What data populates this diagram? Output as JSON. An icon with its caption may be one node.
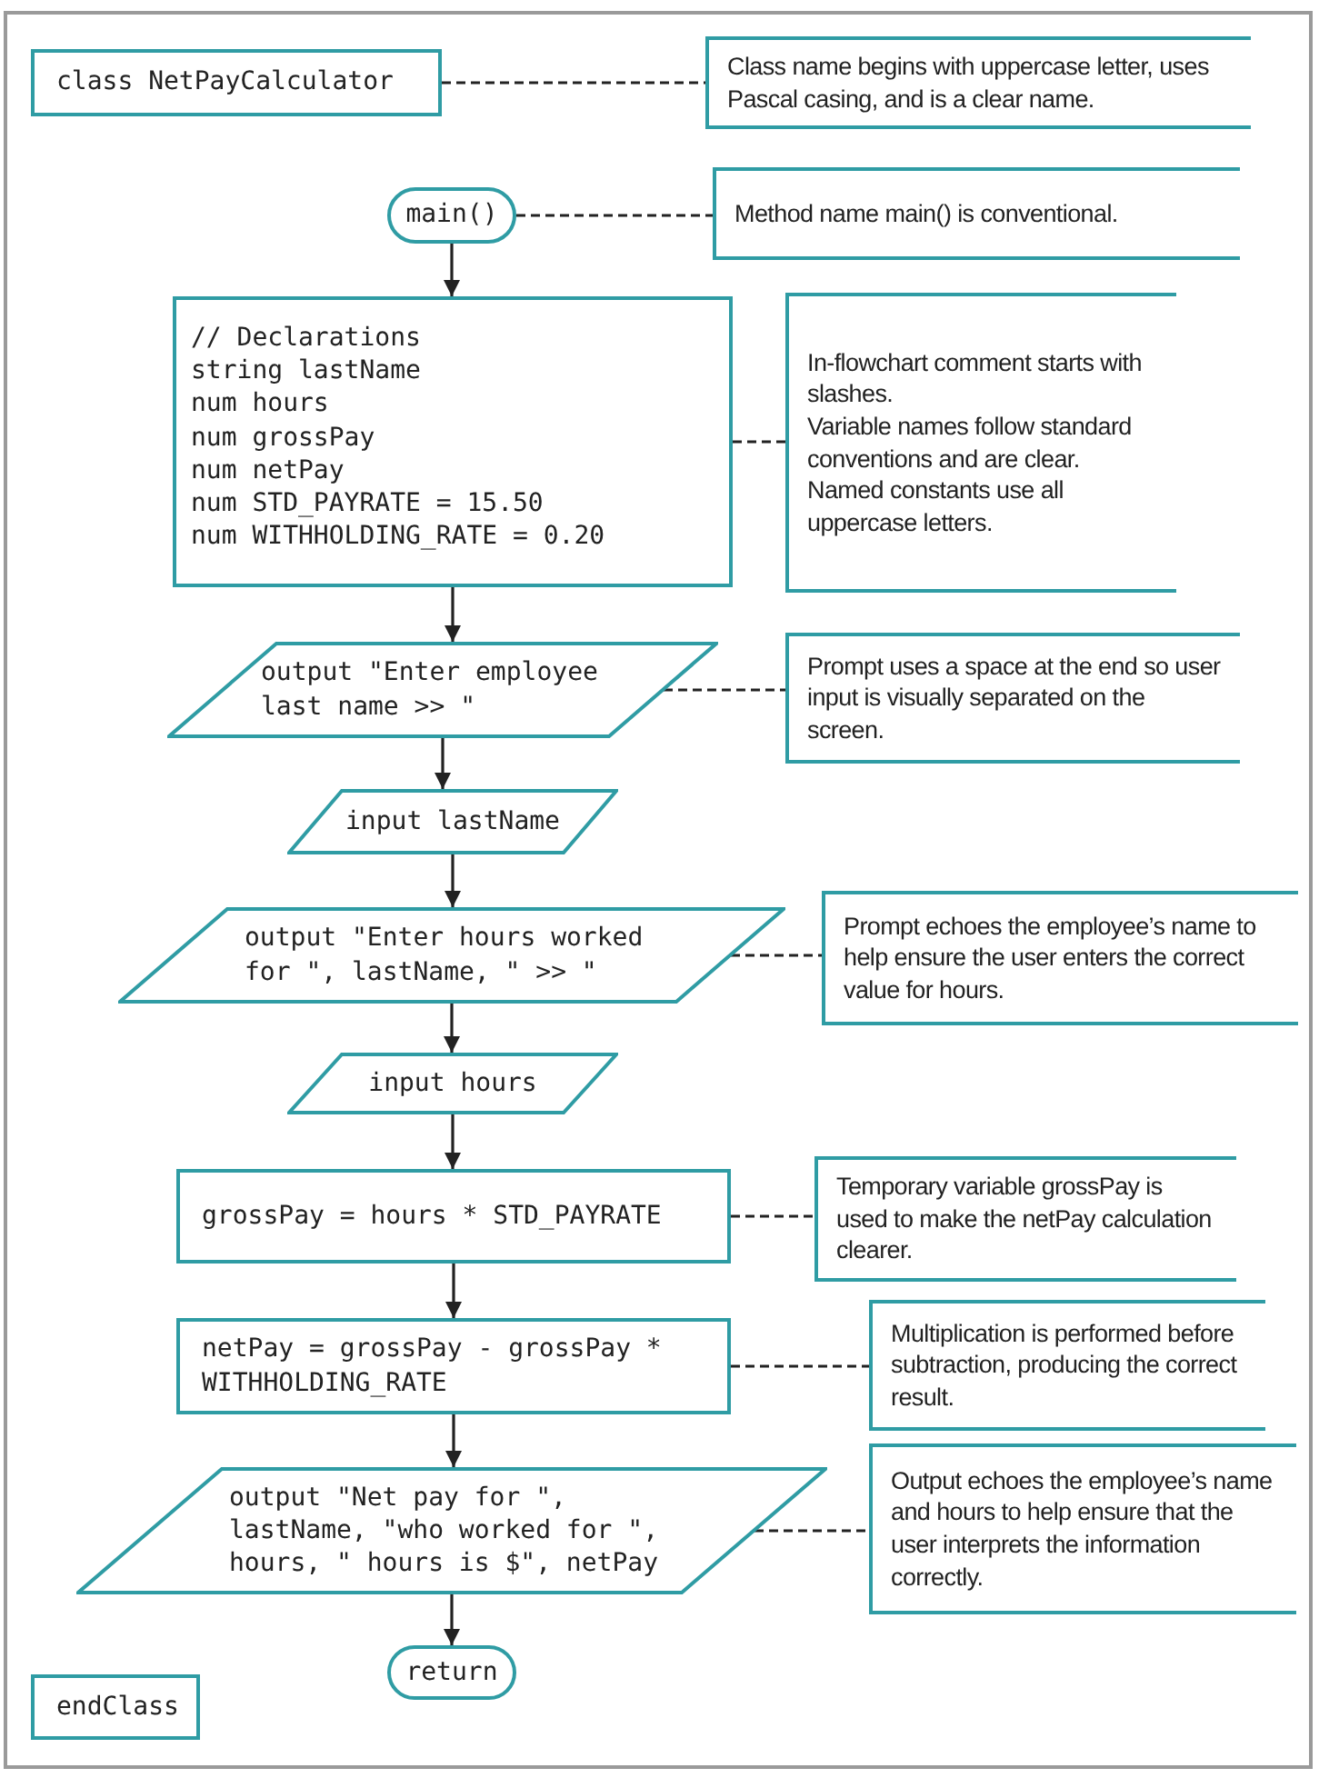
{
  "diagram": {
    "nodes": [
      {
        "text": [
          "class NetPayCalculator"
        ]
      },
      {
        "text": [
          "Class name begins with uppercase letter, uses Pascal casing, and is a clear name."
        ]
      },
      {
        "text": [
          "main()"
        ]
      },
      {
        "text": [
          "Method name main() is conventional."
        ]
      },
      {
        "text": [
          "// Declarations",
          "string lastName",
          "num hours",
          "num grossPay",
          "num netPay",
          "num STD_PAYRATE = 15.50",
          "num WITHHOLDING_RATE = 0.20"
        ]
      },
      {
        "text": [
          "In-flowchart comment starts with slashes.",
          "Variable names follow standard conventions and are clear.",
          "Named constants use all uppercase letters."
        ]
      },
      {
        "text": [
          "output \"Enter employee last name >> \""
        ]
      },
      {
        "text": [
          "Prompt uses a space at the end so user input is visually separated on the screen."
        ]
      },
      {
        "text": [
          "input lastName"
        ]
      },
      {
        "text": [
          "output \"Enter hours worked for \", lastName, \" >> \""
        ]
      },
      {
        "text": [
          "Prompt echoes the employee’s name to help ensure the user enters the correct value for hours."
        ]
      },
      {
        "text": [
          "input hours"
        ]
      },
      {
        "text": [
          "grossPay = hours * STD_PAYRATE"
        ]
      },
      {
        "text": [
          "Temporary variable grossPay is used to make the netPay calculation clearer."
        ]
      },
      {
        "text": [
          "netPay = grossPay - grossPay * WITHHOLDING_RATE"
        ]
      },
      {
        "text": [
          "Multiplication is performed before subtraction, producing the correct result."
        ]
      },
      {
        "text": [
          "output \"Net pay for \", lastName, \"who worked for \", hours, \" hours is $\", netPay"
        ]
      },
      {
        "text": [
          "Output echoes the employee’s name and hours to help ensure that the user interprets the information correctly."
        ]
      },
      {
        "text": [
          "return"
        ]
      },
      {
        "text": [
          "endClass"
        ]
      }
    ],
    "edges": [
      {
        "from": 0,
        "to": 1,
        "arrow": "none",
        "style": "dashed"
      },
      {
        "from": 2,
        "to": 3,
        "arrow": "none",
        "style": "dashed"
      },
      {
        "from": 2,
        "to": 4,
        "arrow": "to"
      },
      {
        "from": 4,
        "to": 5,
        "arrow": "none",
        "style": "dashed"
      },
      {
        "from": 4,
        "to": 6,
        "arrow": "to"
      },
      {
        "from": 6,
        "to": 7,
        "arrow": "none",
        "style": "dashed"
      },
      {
        "from": 6,
        "to": 8,
        "arrow": "to"
      },
      {
        "from": 8,
        "to": 9,
        "arrow": "to"
      },
      {
        "from": 9,
        "to": 10,
        "arrow": "none",
        "style": "dashed"
      },
      {
        "from": 9,
        "to": 11,
        "arrow": "to"
      },
      {
        "from": 11,
        "to": 12,
        "arrow": "to"
      },
      {
        "from": 12,
        "to": 13,
        "arrow": "none",
        "style": "dashed"
      },
      {
        "from": 12,
        "to": 14,
        "arrow": "to"
      },
      {
        "from": 14,
        "to": 15,
        "arrow": "none",
        "style": "dashed"
      },
      {
        "from": 14,
        "to": 16,
        "arrow": "to"
      },
      {
        "from": 16,
        "to": 17,
        "arrow": "none",
        "style": "dashed"
      },
      {
        "from": 16,
        "to": 18,
        "arrow": "to"
      }
    ]
  }
}
